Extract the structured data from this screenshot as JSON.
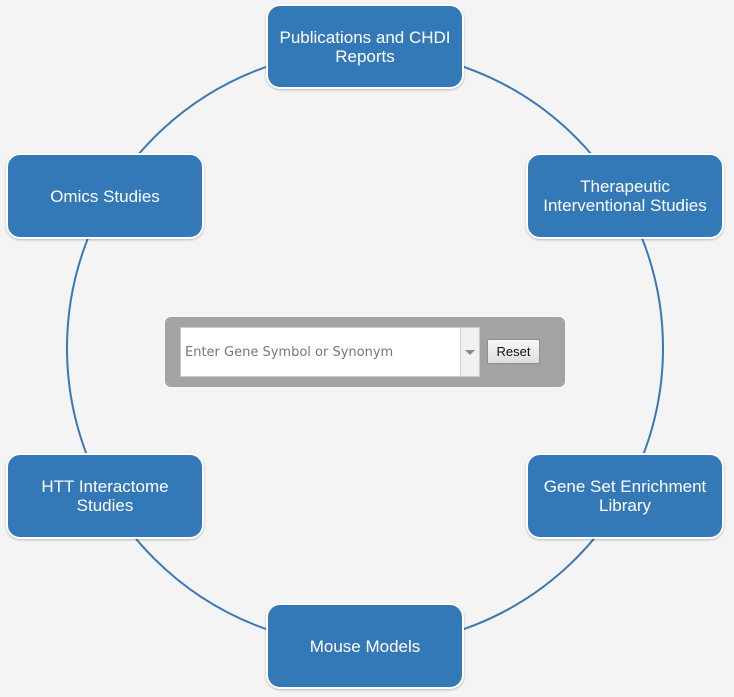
{
  "colors": {
    "background": "#f4f4f4",
    "node_fill": "#3479b7",
    "ring": "#3a78b5",
    "panel": "#a3a3a3"
  },
  "nodes": {
    "publications": "Publications and CHDI Reports",
    "therapeutic": "Therapeutic Interventional Studies",
    "gene_set": "Gene Set Enrichment Library",
    "mouse_models": "Mouse Models",
    "htt": "HTT Interactome Studies",
    "omics": "Omics Studies"
  },
  "search": {
    "placeholder": "Enter Gene Symbol or Synonym",
    "value": "",
    "dropdown_icon": "caret-down-icon",
    "reset_label": "Reset"
  }
}
